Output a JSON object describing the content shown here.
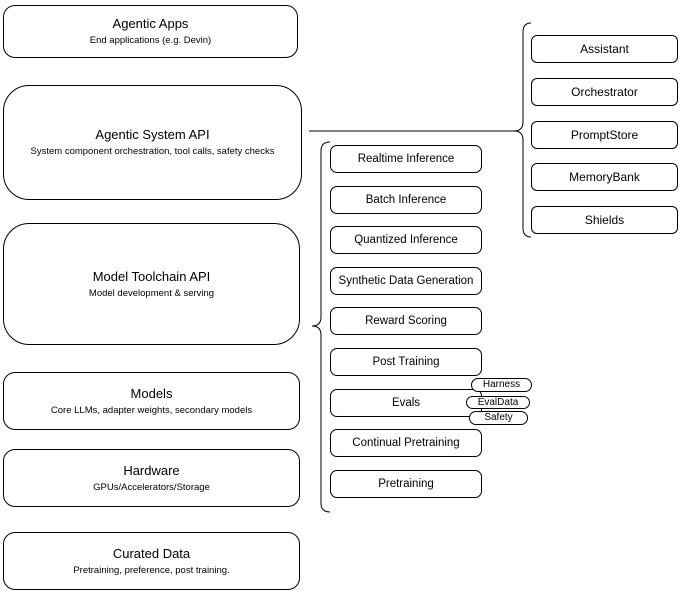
{
  "diagram": {
    "left_stack": [
      {
        "title": "Agentic Apps",
        "subtitle": "End applications (e.g. Devin)"
      },
      {
        "title": "Agentic System API",
        "subtitle": "System component orchestration, tool calls, safety checks"
      },
      {
        "title": "Model Toolchain API",
        "subtitle": "Model development & serving"
      },
      {
        "title": "Models",
        "subtitle": "Core LLMs, adapter weights, secondary models"
      },
      {
        "title": "Hardware",
        "subtitle": "GPUs/Accelerators/Storage"
      },
      {
        "title": "Curated Data",
        "subtitle": "Pretraining, preference, post training."
      }
    ],
    "toolchain_components": [
      "Realtime Inference",
      "Batch Inference",
      "Quantized Inference",
      "Synthetic Data Generation",
      "Reward Scoring",
      "Post Training",
      "Evals",
      "Continual Pretraining",
      "Pretraining"
    ],
    "eval_tags": [
      "Harness",
      "EvalData",
      "Safety"
    ],
    "system_components": [
      "Assistant",
      "Orchestrator",
      "PromptStore",
      "MemoryBank",
      "Shields"
    ],
    "colors": {
      "stroke": "#000000",
      "background": "#ffffff",
      "text": "#000000"
    }
  }
}
